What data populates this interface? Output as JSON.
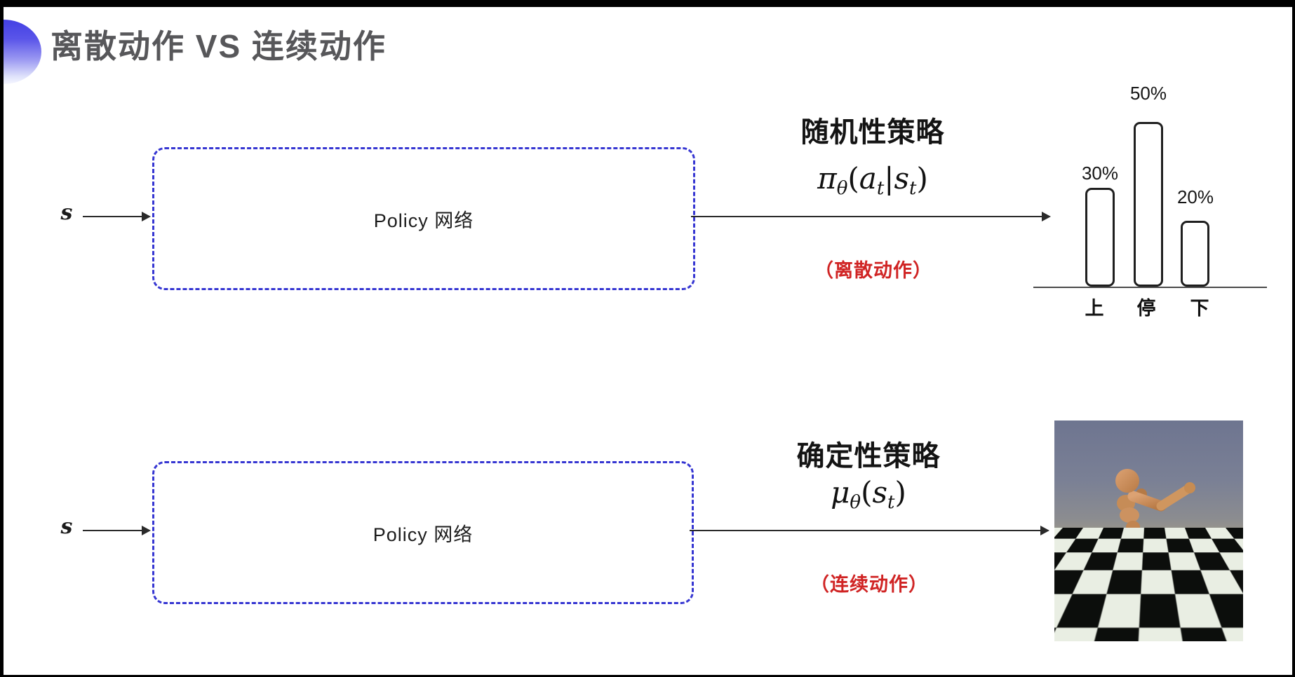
{
  "slide": {
    "title": "离散动作 VS 连续动作"
  },
  "colors": {
    "title_text": "#57575a",
    "dashed_box": "#3636d2",
    "red_note": "#d02424",
    "arrow": "#2a2a2a"
  },
  "top_flow": {
    "input_label": "s",
    "box_label": "Policy 网络",
    "policy_label": "随机性策略",
    "formula": {
      "fn": "π",
      "fn_sub": "θ",
      "open": "(",
      "arg1": "a",
      "arg1_sub": "t",
      "sep": "|",
      "arg2": "s",
      "arg2_sub": "t",
      "close": ")"
    },
    "action_note": "（离散动作）"
  },
  "bottom_flow": {
    "input_label": "s",
    "box_label": "Policy 网络",
    "policy_label": "确定性策略",
    "formula": {
      "fn": "μ",
      "fn_sub": "θ",
      "open": "(",
      "arg1": "s",
      "arg1_sub": "t",
      "close": ")"
    },
    "action_note": "（连续动作）"
  },
  "chart_data": {
    "type": "bar",
    "categories": [
      "上",
      "停",
      "下"
    ],
    "values": [
      30,
      50,
      20
    ],
    "value_labels": [
      "30%",
      "50%",
      "20%"
    ],
    "title": "",
    "xlabel": "",
    "ylabel": "",
    "ylim": [
      0,
      55
    ],
    "grid": false,
    "legend": false,
    "bar_style": "white fill, dark rounded outline"
  },
  "simulation_image": {
    "description": "humanoid robot running on checkered floor"
  }
}
